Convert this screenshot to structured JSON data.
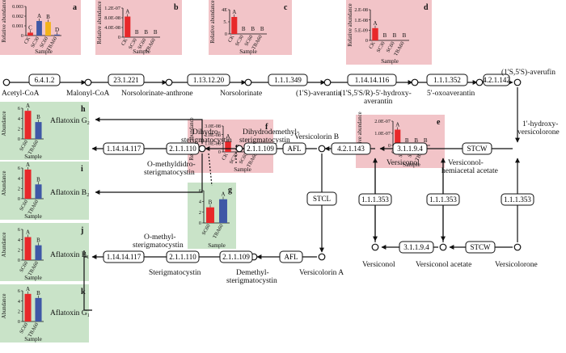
{
  "compounds": {
    "acetyl_coa": "Acetyl-CoA",
    "malonyl_coa": "Malonyl-CoA",
    "norsolorinate_anthrone": "Norsolorinate-anthrone",
    "norsolorinate": "Norsolorinate",
    "averantin": "(1'S)-averantin",
    "hydroxy_averantin_1": "(1'S,5'S/R)-5'-hydroxy-",
    "hydroxy_averantin_2": "averantin",
    "oxoaverantin": "5'-oxoaverantin",
    "averufin": "(1'S,5'S)-averufin",
    "hydroxyversicolorone_1": "1'-hydroxy-",
    "hydroxyversicolorone_2": "versicolorone",
    "versicolorin_b": "Versicolorin B",
    "versiconol_top": "Versiconol",
    "versiconol_hemiacetal_1": "Versiconol-",
    "versiconol_hemiacetal_2": "hemiacetal acetate",
    "versiconol_bottom": "Versiconol",
    "versiconol_acetate": "Versiconol acetate",
    "versicolorone": "Versicolorone",
    "versicolorin_a": "Versicolorin A",
    "dihydrodemethyl_1": "Dihydrodemethyl-",
    "dihydrodemethyl_2": "sterigmatocystin",
    "dihydro_sterig_1": "Dihydro-",
    "dihydro_sterig_2": "sterigmatocystin",
    "o_methyldihydro_1": "O-methyldidro-",
    "o_methyldihydro_2": "sterigmatocystin",
    "aflatoxin_g2": "Aflatoxin G₂",
    "aflatoxin_b2": "Aflatoxin B₂",
    "aflatoxin_b1": "Aflatoxin B₁",
    "aflatoxin_g1": "Aflatoxin G₁",
    "demethyl_sterig_1": "Demethyl-",
    "demethyl_sterig_2": "sterigmatocystin",
    "sterigmatocystin": "Sterigmatocystin",
    "o_methylsterig_1": "O-methyl-",
    "o_methylsterig_2": "sterigmatocystin"
  },
  "enzymes": {
    "e1": "6.4.1.2",
    "e2": "23.1.221",
    "e3": "1.13.12.20",
    "e4": "1.1.1.349",
    "e5": "1.14.14.116",
    "e6": "1.1.1.352",
    "e7": "4.2.1.142",
    "e8": "STCW",
    "e9": "3.1.1.9.4",
    "e10": "4.2.1.143",
    "e11": "AFL",
    "e12": "2.1.1.109",
    "e13": "2.1.1.110",
    "e14": "1.14.14.117",
    "e15": "1.1.1.353",
    "e16": "1.1.1.353",
    "e17": "1.1.1.353",
    "e18": "3.1.1.9.4",
    "e19": "STCW",
    "e20": "STCL",
    "e21": "AFL",
    "e22": "2.1.1.109",
    "e23": "2.1.1.110",
    "e24": "1.14.14.117"
  },
  "colors": {
    "pink_panel": "#f2c4c8",
    "green_panel": "#c9e3c8",
    "red_bar": "#e8282a",
    "blue_bar": "#3f58a6",
    "yellow_bar": "#f3b31a"
  },
  "chart_data": [
    {
      "id": "a",
      "type": "bar",
      "label": "a",
      "ylabel": "Relative abundance",
      "xlabel": "Sample",
      "categories": [
        "CK",
        "SC30",
        "SC60",
        "TBA60"
      ],
      "values": [
        0.0003,
        0.0015,
        0.0014,
        0.0001
      ],
      "letters": [
        "C",
        "A",
        "B",
        "D"
      ],
      "yticks": [
        "0",
        "0.001",
        "0.002",
        "0.003"
      ],
      "ymax": 0.003,
      "bar_colors": [
        "#e8282a",
        "#3f58a6",
        "#f3b31a",
        "#3f58a6"
      ]
    },
    {
      "id": "b",
      "type": "bar",
      "label": "b",
      "ylabel": "Relative abundance",
      "xlabel": "Sample",
      "categories": [
        "CK",
        "SC30",
        "SC60",
        "TBA60"
      ],
      "values": [
        8.5e-08,
        0,
        0,
        0
      ],
      "letters": [
        "A",
        "B",
        "B",
        "B"
      ],
      "yticks": [
        "0",
        "4.0E-08",
        "8.0E-08",
        "1.2E-07"
      ],
      "ymax": 1.2e-07,
      "bar_colors": [
        "#e8282a",
        "#e8282a",
        "#e8282a",
        "#e8282a"
      ]
    },
    {
      "id": "c",
      "type": "bar",
      "label": "c",
      "ylabel": "Relative abundance",
      "xlabel": "Sample",
      "categories": [
        "CK",
        "SC30",
        "SC60",
        "TBA60"
      ],
      "values": [
        3.5e-08,
        0,
        0,
        0
      ],
      "letters": [
        "A",
        "B",
        "B",
        "B"
      ],
      "yticks": [
        "0",
        "5.",
        "4E"
      ],
      "ymax": 5e-08,
      "bar_colors": [
        "#e8282a",
        "#e8282a",
        "#e8282a",
        "#e8282a"
      ]
    },
    {
      "id": "d",
      "type": "bar",
      "label": "d",
      "ylabel": "Relative abundance",
      "xlabel": "Sample",
      "categories": [
        "CK",
        "SC30",
        "SC60",
        "TBA60"
      ],
      "values": [
        8e-09,
        0,
        0,
        0
      ],
      "letters": [
        "A",
        "B",
        "B",
        "B"
      ],
      "yticks": [
        "0",
        "5.E-09",
        "1.E-08",
        "2.E-08"
      ],
      "ymax": 2e-08,
      "bar_colors": [
        "#e8282a",
        "#e8282a",
        "#e8282a",
        "#e8282a"
      ]
    },
    {
      "id": "e",
      "type": "bar",
      "label": "e",
      "ylabel": "Relative abundance",
      "xlabel": "Sample",
      "categories": [
        "CK",
        "SC30",
        "SC60",
        "TBA60"
      ],
      "values": [
        1.3e-07,
        0,
        0,
        0
      ],
      "letters": [
        "A",
        "B",
        "B",
        "B"
      ],
      "yticks": [
        "0",
        "1.0E-07",
        "2.0E-07"
      ],
      "ymax": 2e-07,
      "bar_colors": [
        "#e8282a",
        "#e8282a",
        "#e8282a",
        "#e8282a"
      ]
    },
    {
      "id": "f",
      "type": "bar",
      "label": "f",
      "ylabel": "Relative abundance",
      "xlabel": "Sample",
      "categories": [
        "CK",
        "SC30",
        "SC60",
        "TBA60"
      ],
      "values": [
        1.2e-08,
        0,
        0,
        0
      ],
      "letters": [
        "A",
        "B",
        "B",
        "B"
      ],
      "yticks": [
        "0",
        "1.0E-08",
        "2.0E-08",
        "3.0E-08"
      ],
      "ymax": 3e-08,
      "bar_colors": [
        "#e8282a",
        "#e8282a",
        "#e8282a",
        "#e8282a"
      ]
    },
    {
      "id": "g",
      "type": "bar",
      "label": "g",
      "ylabel": "",
      "xlabel": "Sample",
      "categories": [
        "SC60",
        "TBA60"
      ],
      "values": [
        2.9,
        4.4
      ],
      "letters": [
        "B",
        "A"
      ],
      "yticks": [
        "0",
        "2",
        "4",
        "6"
      ],
      "ymax": 6,
      "bar_colors": [
        "#e8282a",
        "#3f58a6"
      ]
    },
    {
      "id": "h",
      "type": "bar",
      "label": "h",
      "ylabel": "Abundance",
      "xlabel": "Sample",
      "categories": [
        "SC60",
        "TBA60"
      ],
      "values": [
        5.5,
        3.3
      ],
      "letters": [
        "A",
        "B"
      ],
      "yticks": [
        "0",
        "2",
        "4",
        "6"
      ],
      "ymax": 6,
      "bar_colors": [
        "#e8282a",
        "#3f58a6"
      ]
    },
    {
      "id": "i",
      "type": "bar",
      "label": "i",
      "ylabel": "Abundance",
      "xlabel": "Sample",
      "categories": [
        "SC60",
        "TBA60"
      ],
      "values": [
        5.7,
        2.8
      ],
      "letters": [
        "A",
        "B"
      ],
      "yticks": [
        "0",
        "2",
        "4",
        "6"
      ],
      "ymax": 6,
      "bar_colors": [
        "#e8282a",
        "#3f58a6"
      ]
    },
    {
      "id": "j",
      "type": "bar",
      "label": "j",
      "ylabel": "Abundance",
      "xlabel": "Sample",
      "categories": [
        "SC60",
        "TBA60"
      ],
      "values": [
        4.5,
        2.9
      ],
      "letters": [
        "A",
        "B"
      ],
      "yticks": [
        "0",
        "2",
        "4",
        "6"
      ],
      "ymax": 6,
      "bar_colors": [
        "#e8282a",
        "#3f58a6"
      ]
    },
    {
      "id": "k",
      "type": "bar",
      "label": "k",
      "ylabel": "Abundance",
      "xlabel": "Sample",
      "categories": [
        "SC60",
        "TBA60"
      ],
      "values": [
        5.4,
        4.6
      ],
      "letters": [
        "A",
        "B"
      ],
      "yticks": [
        "0",
        "2",
        "4",
        "6"
      ],
      "ymax": 6,
      "bar_colors": [
        "#e8282a",
        "#3f58a6"
      ]
    }
  ]
}
